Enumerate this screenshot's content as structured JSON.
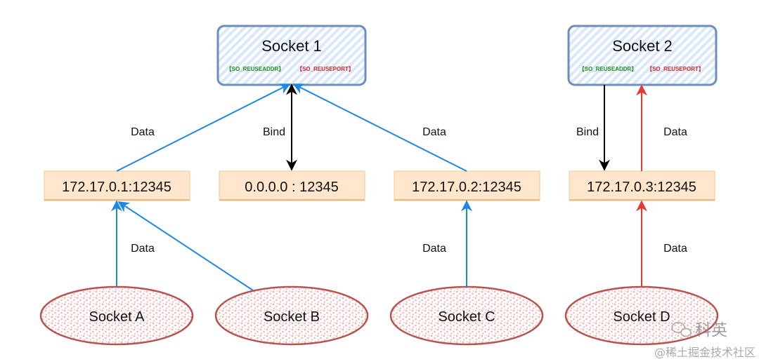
{
  "sockets_top": [
    {
      "title": "Socket 1",
      "opt1": "【SO_REUSEADDR】",
      "opt2": "【SO_REUSEPORT】"
    },
    {
      "title": "Socket 2",
      "opt1": "【SO_REUSEADDR】",
      "opt2": "【SO_REUSEPORT】"
    }
  ],
  "addresses": [
    "172.17.0.1:12345",
    "0.0.0.0 : 12345",
    "172.17.0.2:12345",
    "172.17.0.3:12345"
  ],
  "clients": [
    "Socket A",
    "Socket B",
    "Socket C",
    "Socket D"
  ],
  "labels": {
    "data_1": "Data",
    "bind_1": "Bind",
    "data_2": "Data",
    "bind_2": "Bind",
    "data_3": "Data",
    "data_4": "Data",
    "data_5": "Data",
    "data_6": "Data"
  },
  "watermark": {
    "brand": "科英",
    "site": "@稀土掘金技术社区"
  },
  "colors": {
    "socket_fill": "#dae8fc",
    "socket_stroke": "#6c8ebf",
    "addr_fill": "#ffe6cc",
    "addr_stroke": "#d79b00",
    "client_fill": "#f8cecc",
    "client_stroke": "#b85450",
    "blue_arrow": "#1e88e5",
    "red_arrow": "#e53935",
    "black_arrow": "#000000",
    "green_text": "#1a8f1a",
    "red_text": "#e02020"
  }
}
